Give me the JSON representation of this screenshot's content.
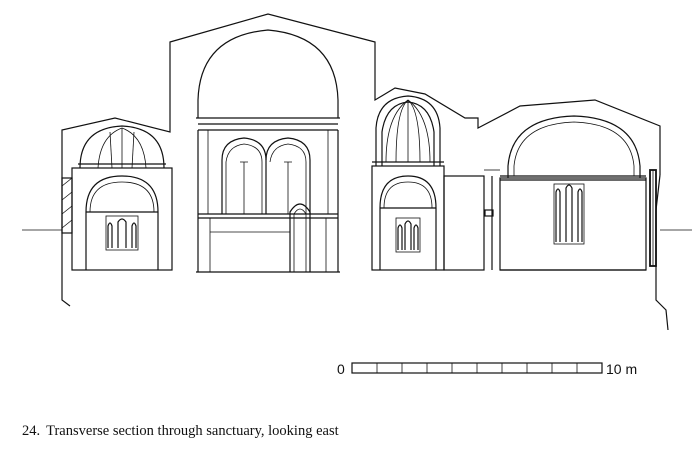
{
  "figure": {
    "number": "24.",
    "caption": "Transverse section through sanctuary, looking east"
  },
  "scale_bar": {
    "start_label": "0",
    "end_label": "10 m",
    "divisions": 10
  }
}
